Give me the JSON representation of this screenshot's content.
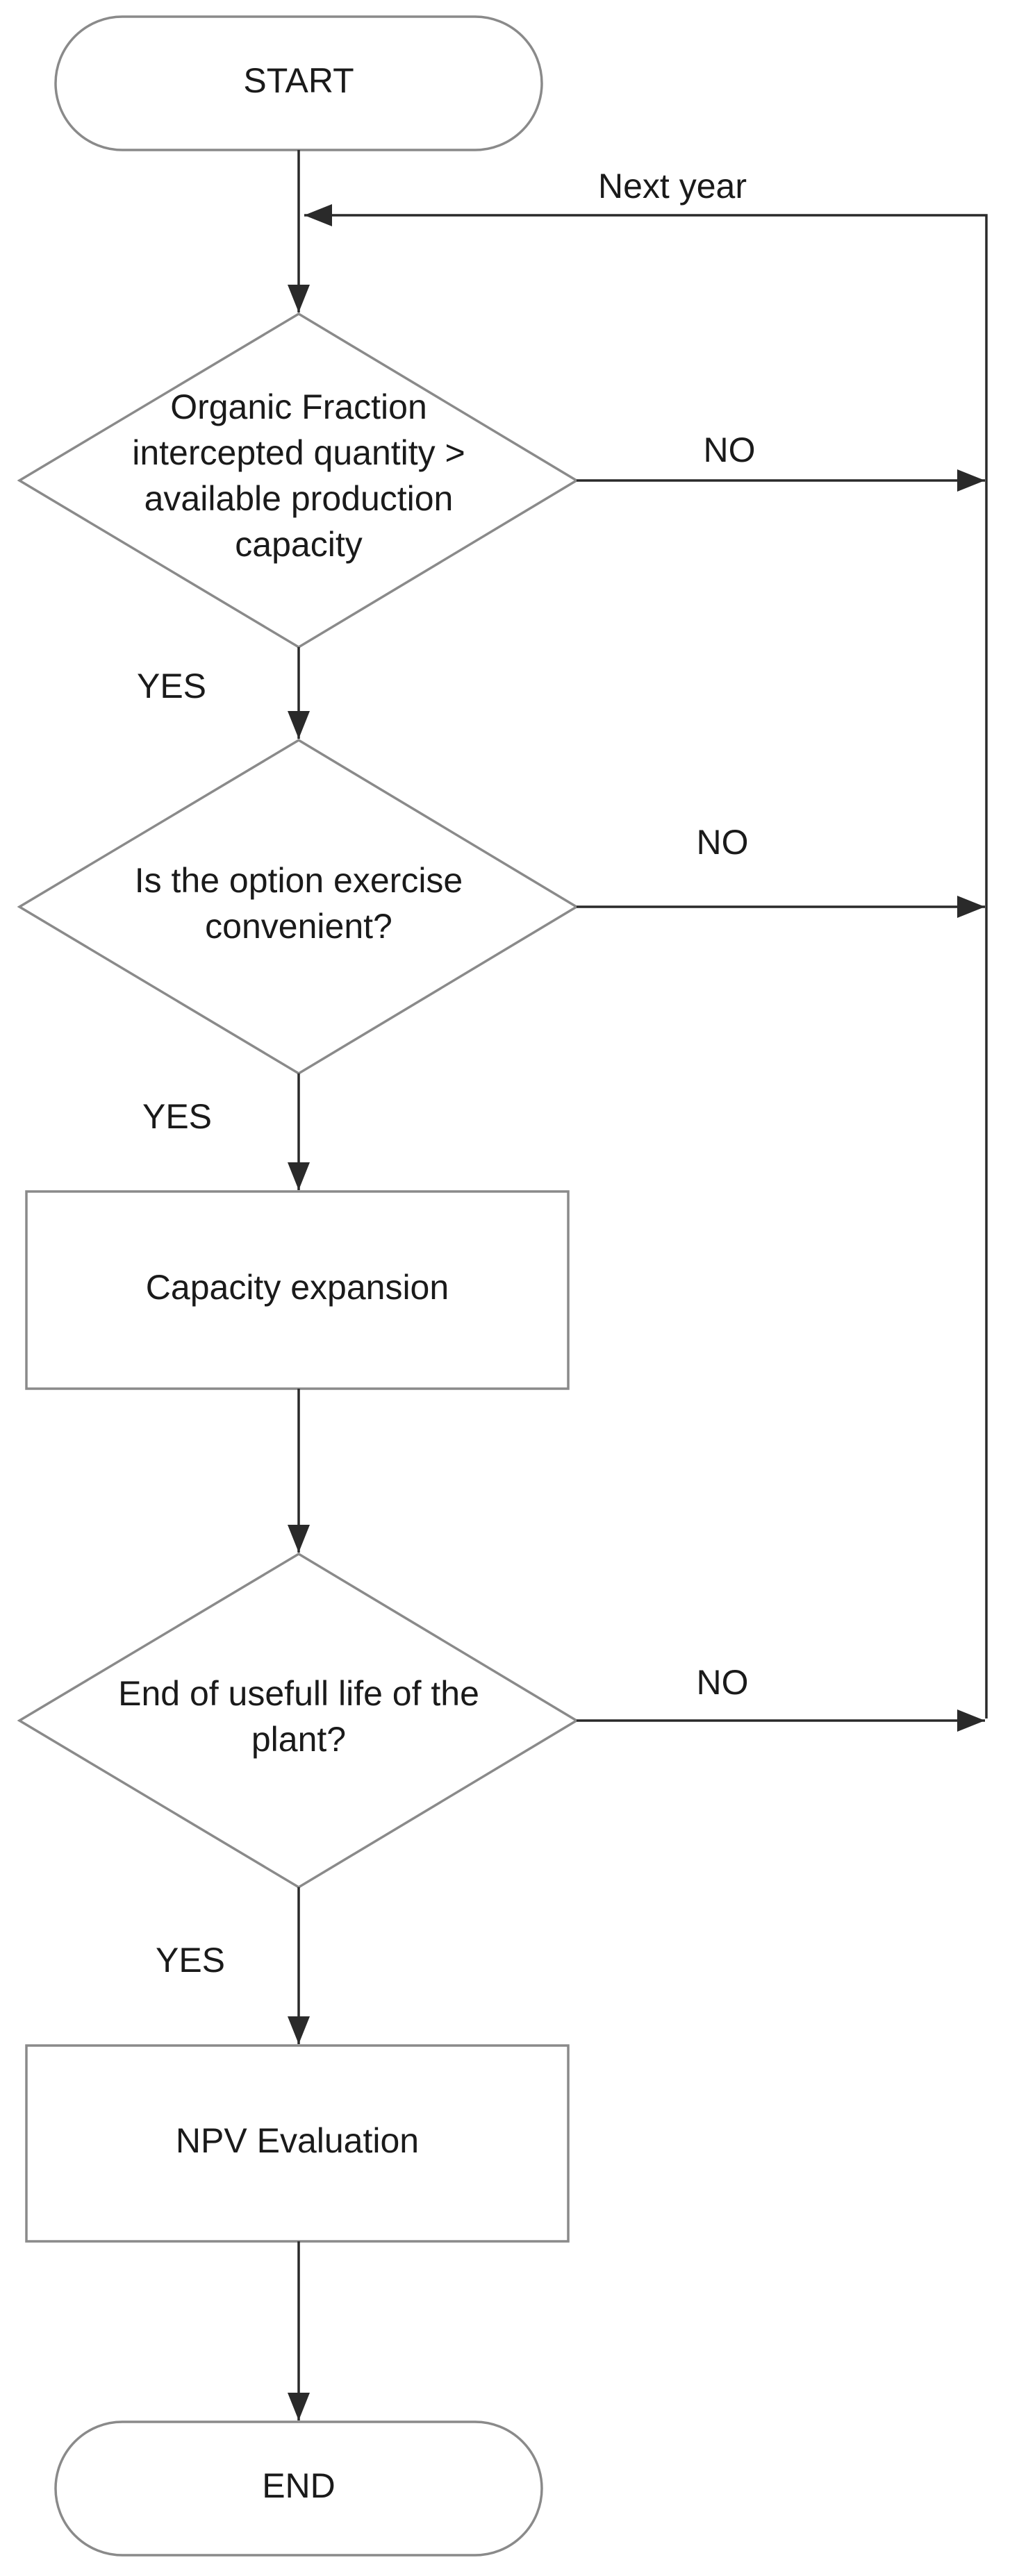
{
  "flowchart": {
    "start": {
      "label": "START"
    },
    "loop_label": "Next year",
    "decision_capacity": {
      "lines": [
        "Organic Fraction",
        "intercepted quantity >",
        "available production",
        "capacity"
      ],
      "yes_label": "YES",
      "no_label": "NO"
    },
    "decision_option": {
      "lines": [
        "Is the option exercise",
        "convenient?"
      ],
      "yes_label": "YES",
      "no_label": "NO"
    },
    "process_expansion": {
      "label": "Capacity expansion"
    },
    "decision_end_life": {
      "lines": [
        "End of usefull life of the",
        "plant?"
      ],
      "yes_label": "YES",
      "no_label": "NO"
    },
    "process_npv": {
      "label": "NPV Evaluation"
    },
    "end": {
      "label": "END"
    }
  }
}
